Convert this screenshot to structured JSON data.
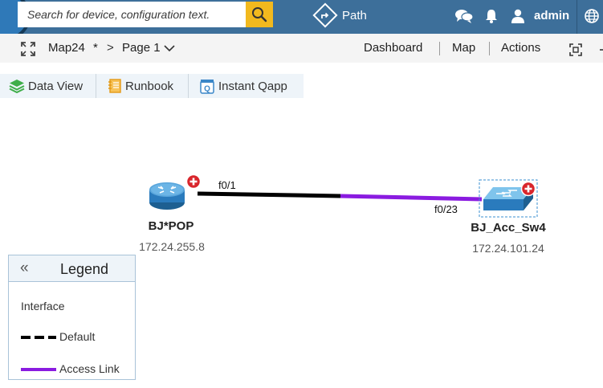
{
  "topbar": {
    "search_placeholder": "Search for device, configuration text.",
    "path_label": "Path",
    "user_name": "admin",
    "icons": [
      "search-icon",
      "path-icon",
      "chat-icon",
      "bell-icon",
      "user-icon",
      "globe-icon"
    ]
  },
  "breadcrumb": {
    "map_name": "Map24",
    "unsaved_marker": "*",
    "separator": ">",
    "page_name": "Page 1"
  },
  "menu": {
    "dashboard": "Dashboard",
    "map": "Map",
    "actions": "Actions"
  },
  "tabs": [
    {
      "label": "Data View",
      "icon": "layers-icon"
    },
    {
      "label": "Runbook",
      "icon": "book-icon"
    },
    {
      "label": "Instant Qapp",
      "icon": "qapp-icon"
    }
  ],
  "devices": [
    {
      "name": "BJ*POP",
      "ip": "172.24.255.8",
      "type": "router"
    },
    {
      "name": "BJ_Acc_Sw4",
      "ip": "172.24.101.24",
      "type": "switch"
    }
  ],
  "link": {
    "source_interface": "f0/1",
    "target_interface": "f0/23"
  },
  "legend": {
    "collapse_glyph": "«",
    "title": "Legend",
    "section": "Interface",
    "items": [
      {
        "label": "Default",
        "color": "#000000",
        "style": "dashed"
      },
      {
        "label": "Access Link",
        "color": "#8a1be0",
        "style": "solid"
      }
    ]
  },
  "colors": {
    "topbar": "#3d6f9a",
    "search_button": "#f2b91e",
    "default_link": "#000000",
    "access_link": "#8a1be0",
    "alert_badge": "#d9262c"
  }
}
